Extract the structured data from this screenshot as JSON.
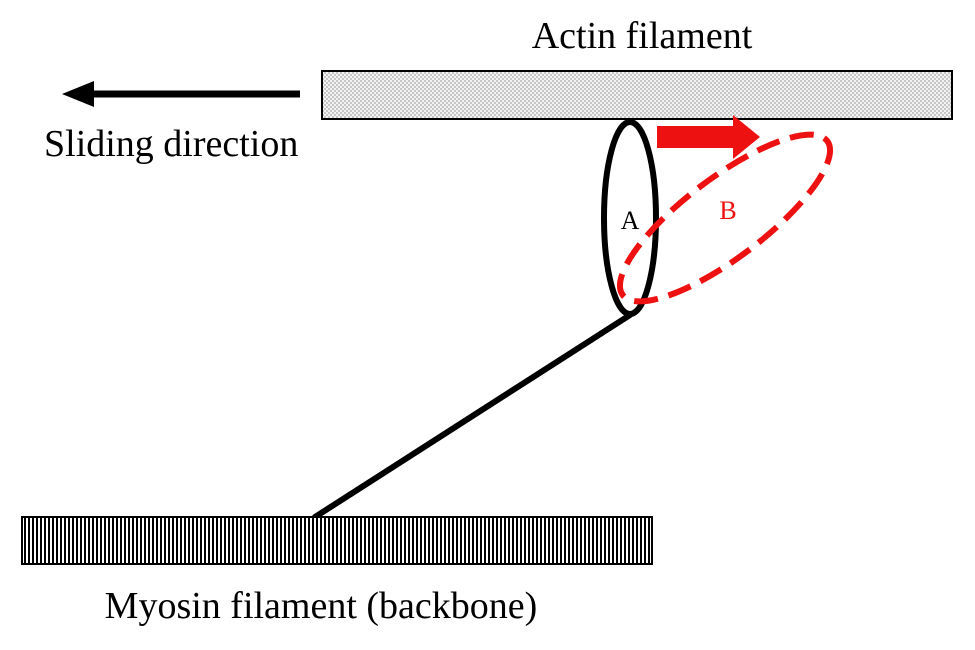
{
  "labels": {
    "actin": "Actin filament",
    "sliding": "Sliding direction",
    "myosin": "Myosin filament (backbone)",
    "state_a": "A",
    "state_b": "B"
  },
  "colors": {
    "ink": "#000000",
    "accent": "#ee1111",
    "actin_fill": "#f3f3f3",
    "dot": "#555555"
  }
}
